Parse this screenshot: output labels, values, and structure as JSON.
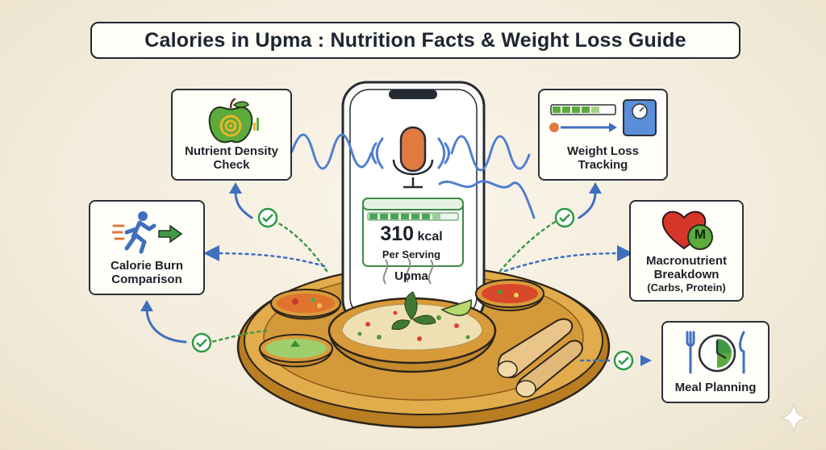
{
  "title": "Calories in Upma : Nutrition Facts & Weight Loss Guide",
  "phone": {
    "kcal_value": "310",
    "kcal_unit": "kcal",
    "serving": "Per Serving",
    "dish_name": "Upma"
  },
  "cards": {
    "nutrient_density": {
      "line1": "Nutrient Density",
      "line2": "Check"
    },
    "calorie_burn": {
      "line1": "Calorie Burn",
      "line2": "Comparison"
    },
    "weight_loss": {
      "line1": "Weight Loss",
      "line2": "Tracking"
    },
    "macronutrient": {
      "line1": "Macronutrient",
      "line2": "Breakdown",
      "line3": "(Carbs, Protein)",
      "badge": "M"
    },
    "meal_planning": {
      "line1": "Meal Planning"
    }
  },
  "colors": {
    "background": "#f3ecdc",
    "outline": "#2b3038",
    "check_green": "#2e9a45",
    "arrow_blue": "#3f6fbe",
    "sound_wave": "#4f7fd0",
    "mic_orange": "#e07a3f",
    "brass": "#d9a441"
  },
  "icons": [
    "apple-target-icon",
    "runner-icon",
    "progress-bar-icon",
    "scale-icon",
    "heart-icon",
    "plate-clock-icon",
    "microphone-icon",
    "check-icon",
    "sparkle-icon"
  ]
}
